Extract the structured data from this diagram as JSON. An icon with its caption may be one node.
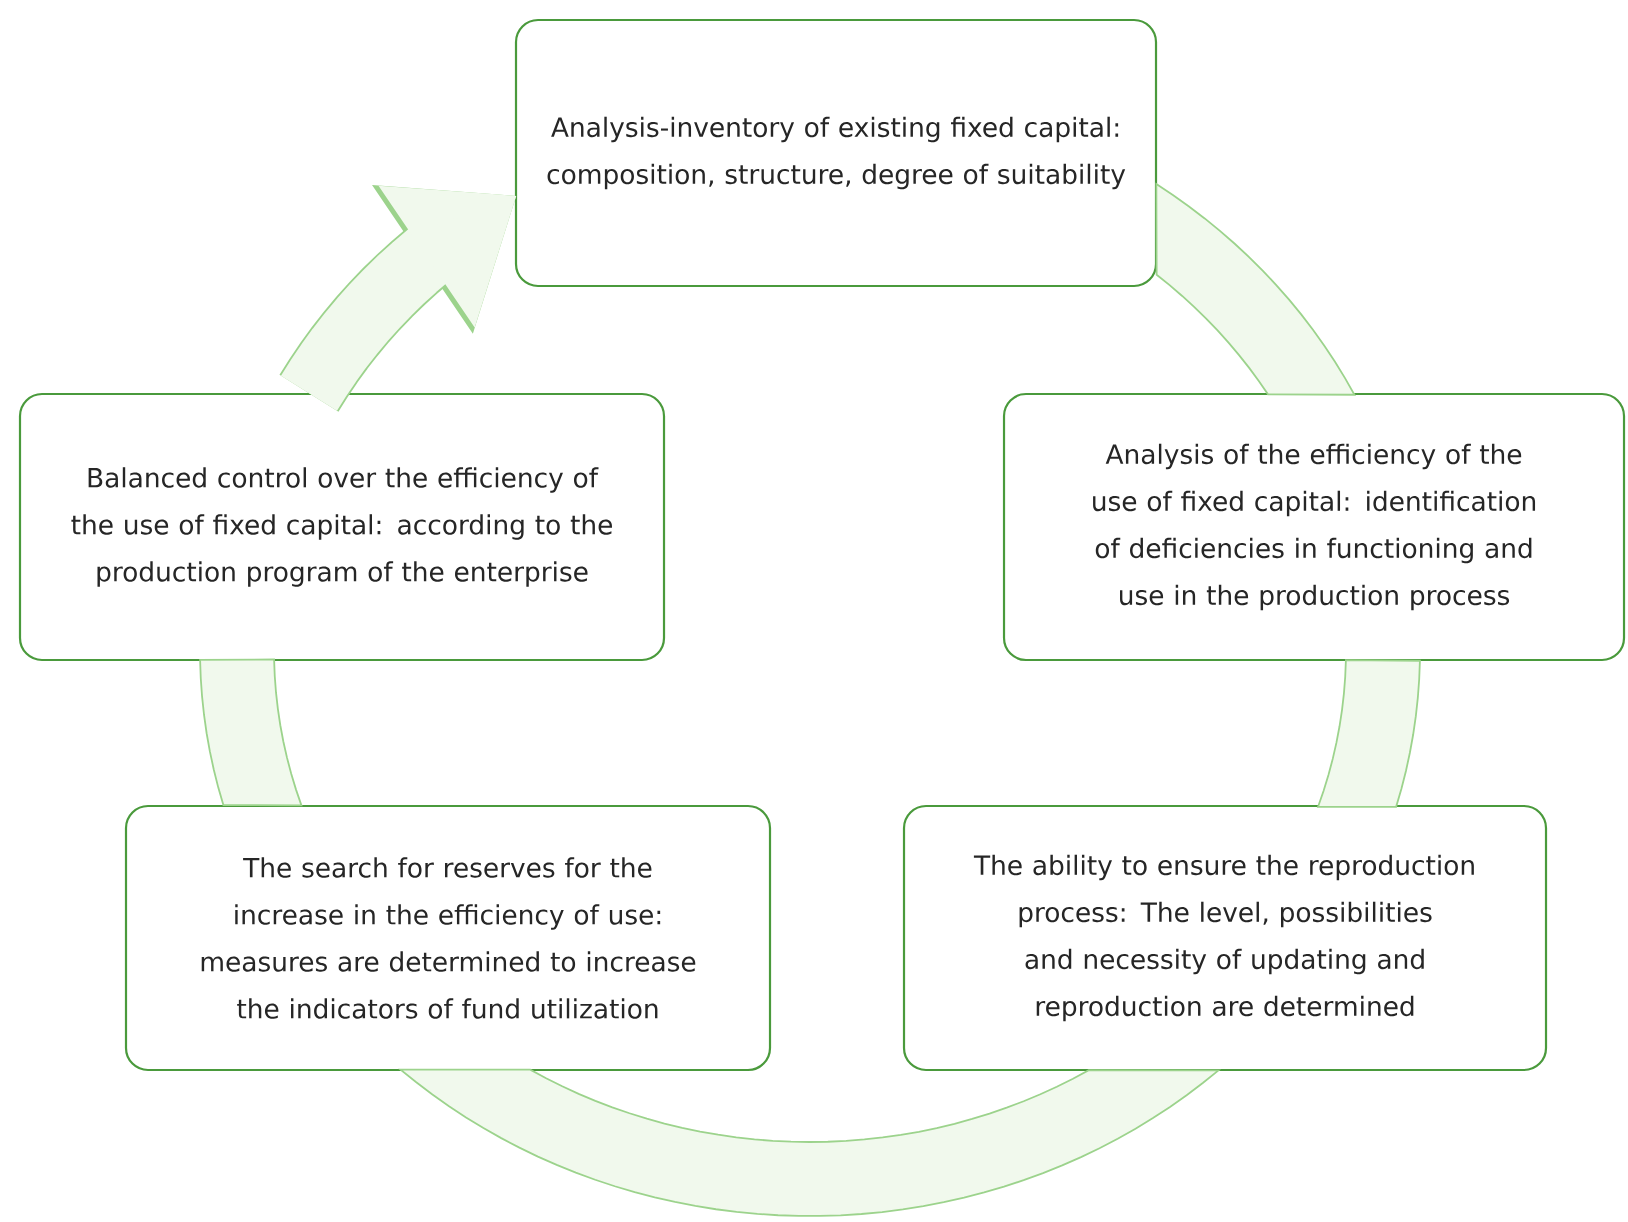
{
  "diagram": {
    "nodes": [
      {
        "text": [
          "Analysis-inventory of existing fixed capital: composition, structure, degree of suitability"
        ]
      },
      {
        "text": [
          "Analysis of the efficiency of the use of fixed capital: identification of deficiencies in functioning and use in the production process"
        ]
      },
      {
        "text": [
          "The ability to ensure the reproduction process: The level, possibilities and necessity of updating and reproduction are determined"
        ]
      },
      {
        "text": [
          "The search for reserves for the increase in the efficiency of use: measures are determined to increase the indicators of fund utilization"
        ]
      },
      {
        "text": [
          "Balanced control over the efficiency of the use of fixed capital: according to the production program of the enterprise"
        ]
      }
    ],
    "edges": [
      {
        "from": 0,
        "to": 1,
        "arrow": "none"
      },
      {
        "from": 1,
        "to": 2,
        "arrow": "none"
      },
      {
        "from": 2,
        "to": 3,
        "arrow": "none"
      },
      {
        "from": 3,
        "to": 4,
        "arrow": "none"
      },
      {
        "from": 4,
        "to": 0,
        "arrow": "to"
      }
    ]
  }
}
